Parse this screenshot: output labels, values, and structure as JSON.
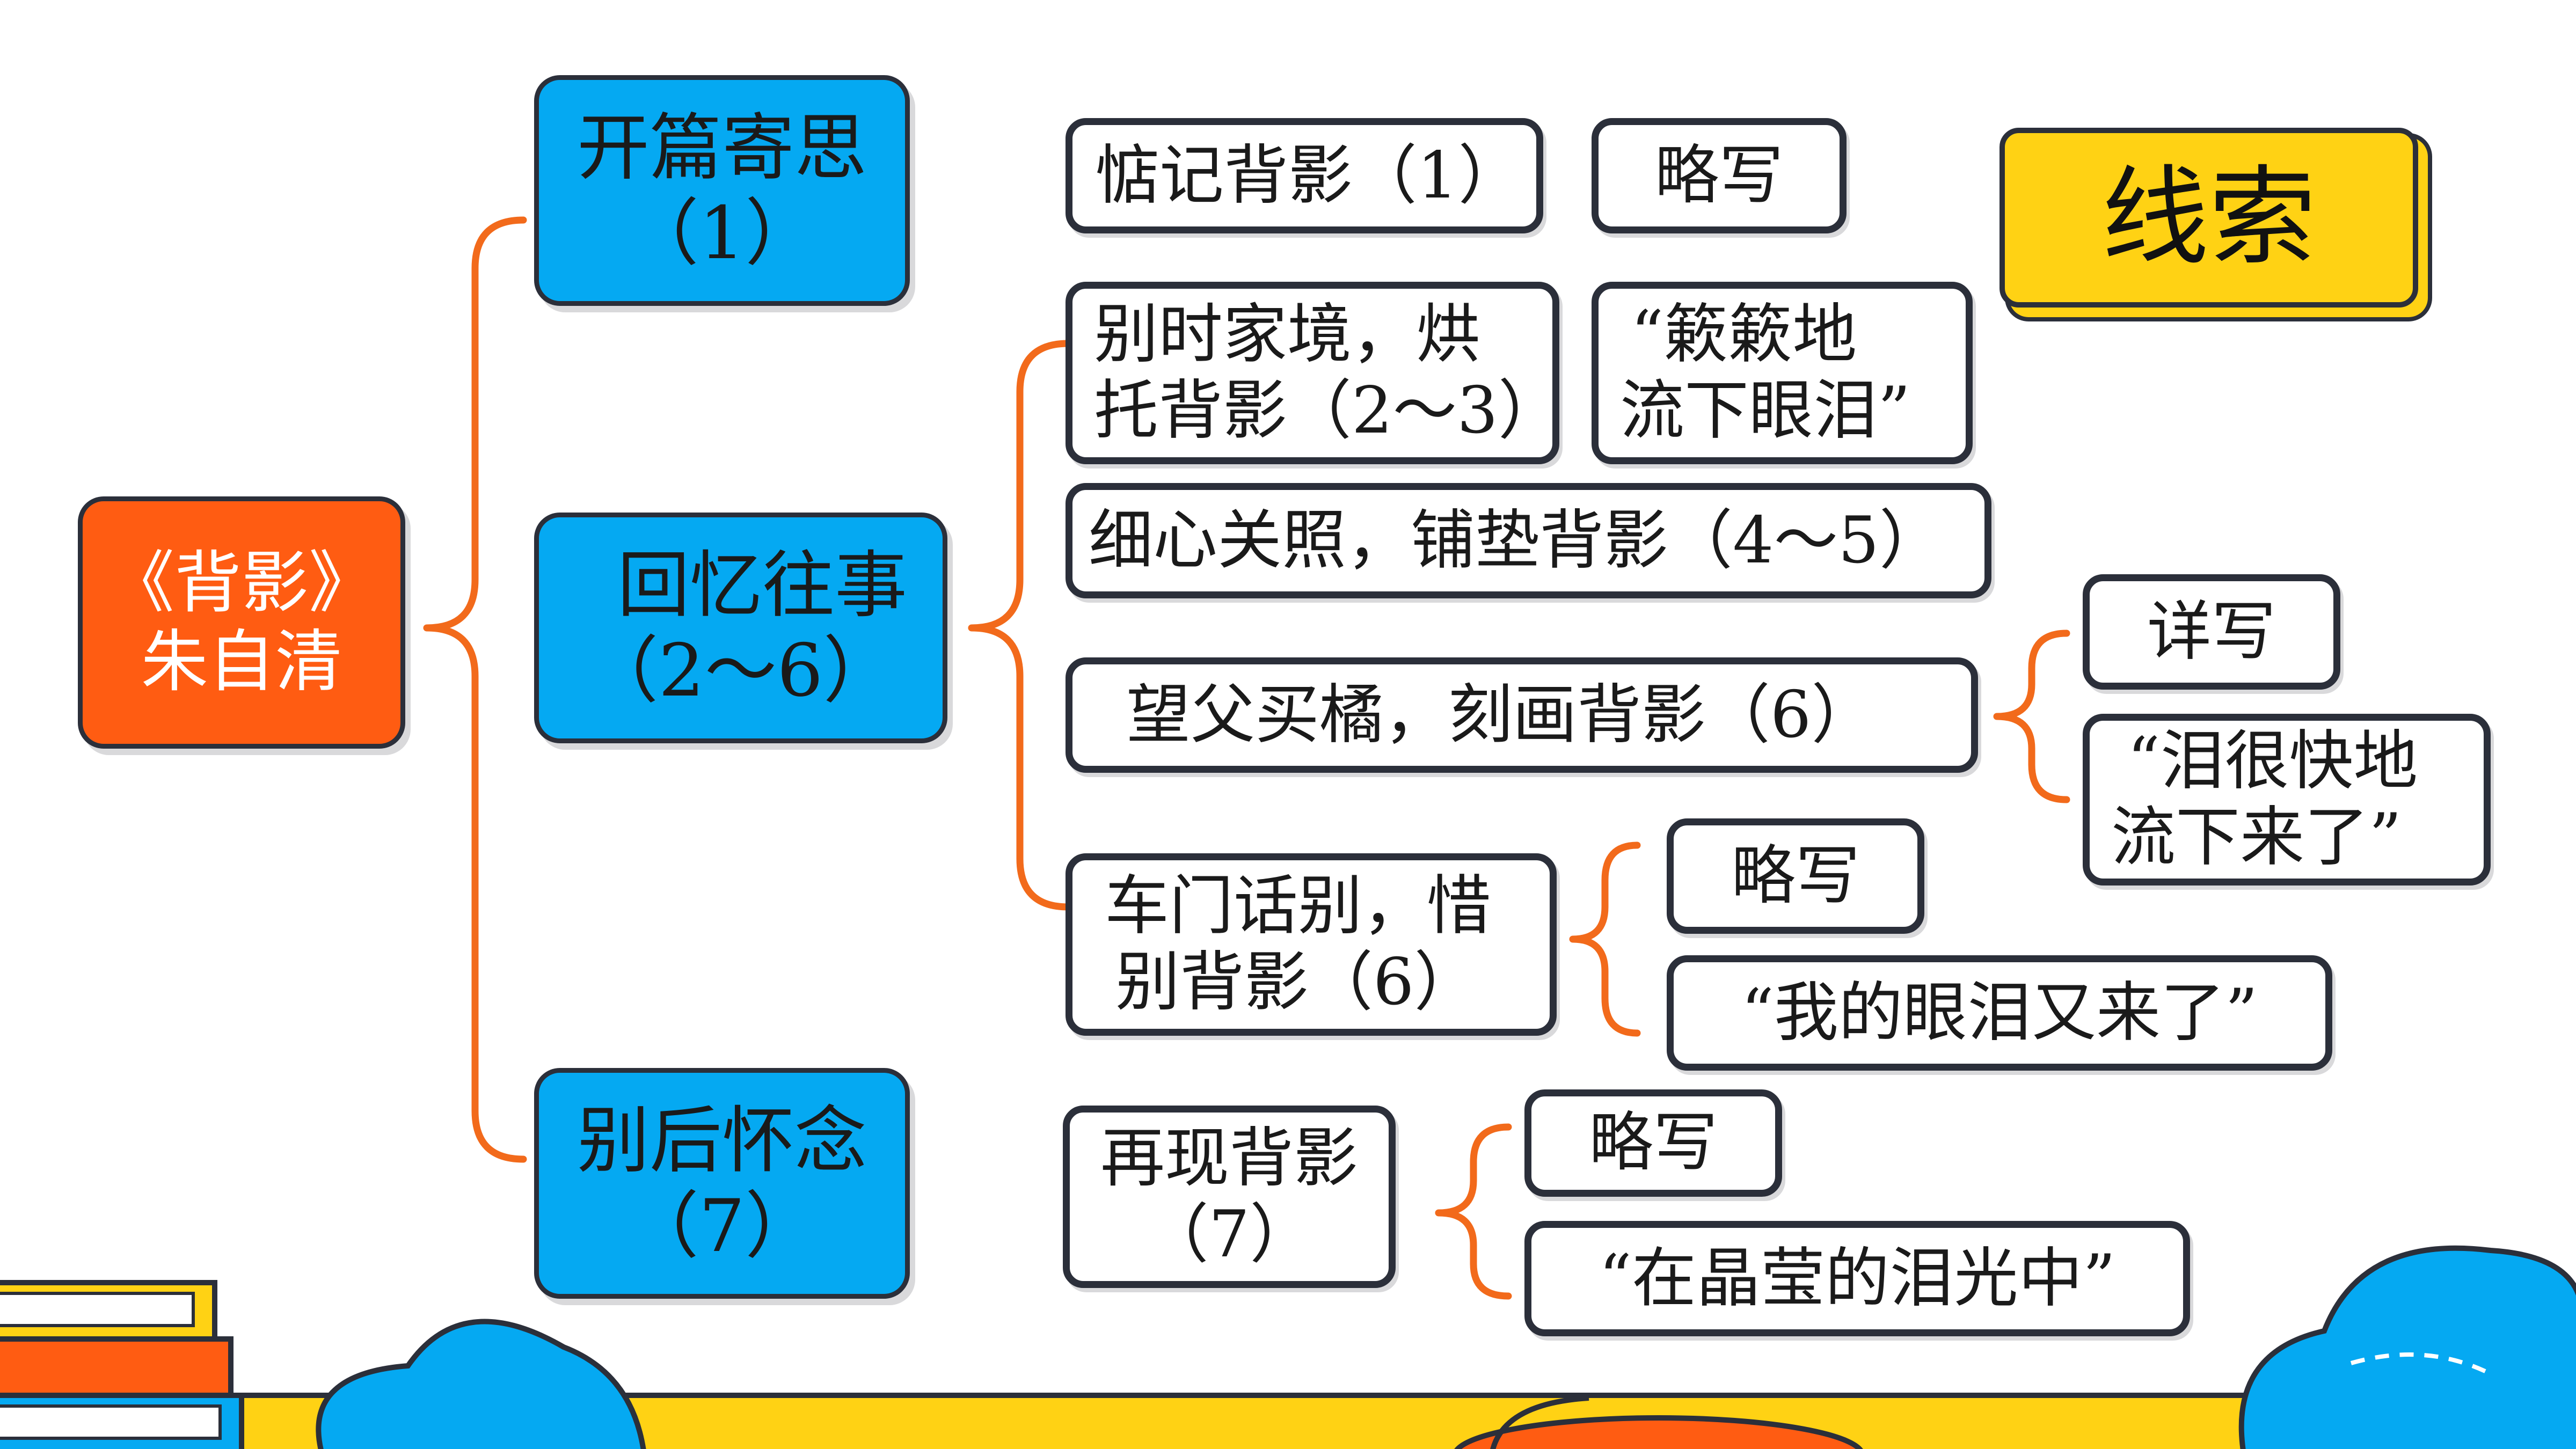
{
  "clue_label": "线索",
  "root": {
    "line1": "《背影》",
    "line2": "朱自清"
  },
  "sections": {
    "opening": {
      "line1": "开篇寄思",
      "line2": "（1）"
    },
    "memory": {
      "line1": "回忆往事",
      "line2": "（2～6）"
    },
    "after": {
      "line1": "别后怀念",
      "line2": "（7）"
    }
  },
  "events": {
    "remember": {
      "text": "惦记背影（1）",
      "tag": "略写"
    },
    "family": {
      "line1": "别时家境，烘",
      "line2": "托背影（2～3）",
      "quote_line1": "“簌簌地",
      "quote_line2": "流下眼泪”"
    },
    "care": {
      "text": "细心关照，铺垫背影（4～5）"
    },
    "orange": {
      "text": "望父买橘，刻画背影（6）",
      "tag": "详写",
      "quote_line1": "“泪很快地",
      "quote_line2": "流下来了”"
    },
    "farewell": {
      "line1": "车门话别，惜",
      "line2": "别背影（6）",
      "tag": "略写",
      "quote": "“我的眼泪又来了”"
    },
    "reappear": {
      "line1": "再现背影",
      "line2": "（7）",
      "tag": "略写",
      "quote": "“在晶莹的泪光中”"
    }
  },
  "colors": {
    "blue": "#05a9f2",
    "orange": "#ff5c12",
    "yellow": "#ffd214",
    "outline": "#2b2f3a",
    "bracket": "#f26a1b"
  }
}
